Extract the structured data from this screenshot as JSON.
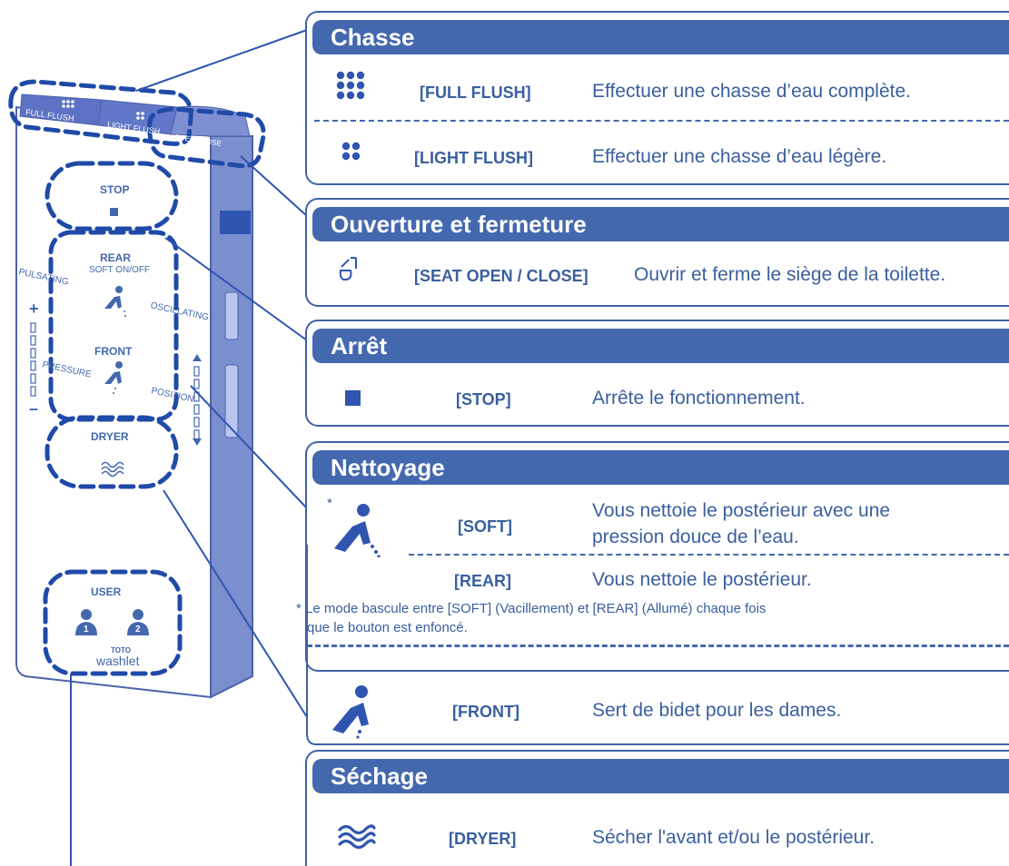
{
  "remote": {
    "full_flush_label": "FULL FLUSH",
    "light_flush_label": "LIGHT FLUSH",
    "open_close_label": "OPEN/CLOSE",
    "stop": "STOP",
    "rear": "REAR",
    "soft_onoff": "SOFT ON/OFF",
    "pulsating": "PULSATING",
    "oscillating": "OSCILLATING",
    "front": "FRONT",
    "pressure": "PRESSURE",
    "position": "POSITION",
    "plus": "+",
    "minus": "–",
    "dryer": "DRYER",
    "user": "USER",
    "user_1": "1",
    "user_2": "2",
    "brand_top": "TOTO",
    "brand": "washlet"
  },
  "sections": {
    "chasse": {
      "title": "Chasse",
      "full_key": "[FULL FLUSH]",
      "full_desc": "Effectuer une chasse d’eau complète.",
      "light_key": "[LIGHT FLUSH]",
      "light_desc": "Effectuer une chasse d’eau légère."
    },
    "ouverture": {
      "title": "Ouverture et fermeture",
      "key": "[SEAT OPEN / CLOSE]",
      "desc": "Ouvrir et ferme le siège de la toilette."
    },
    "arret": {
      "title": "Arrêt",
      "key": "[STOP]",
      "desc": "Arrête le fonctionnement."
    },
    "nettoyage": {
      "title": "Nettoyage",
      "asterisk": "*",
      "soft_key": "[SOFT]",
      "soft_desc_1": "Vous nettoie le postérieur avec une",
      "soft_desc_2": "pression douce de l’eau.",
      "rear_key": "[REAR]",
      "rear_desc": "Vous nettoie le postérieur.",
      "note_1": "* Le mode bascule entre [SOFT] (Vacillement) et [REAR] (Allumé) chaque fois",
      "note_2": "que le bouton est enfoncé.",
      "front_key": "[FRONT]",
      "front_desc": "Sert de bidet pour les dames."
    },
    "sechage": {
      "title": "Séchage",
      "key": "[DRYER]",
      "desc": "Sécher l'avant et/ou le postérieur."
    }
  },
  "colors": {
    "primary": "#4468ad",
    "text": "#3a5f9e",
    "remote_side": "#7b8fcf"
  }
}
